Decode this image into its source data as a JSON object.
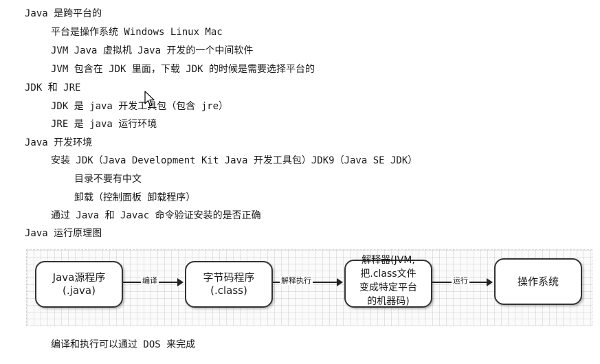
{
  "lines": [
    "Java 是跨平台的",
    "平台是操作系统 Windows Linux Mac",
    "JVM Java 虚拟机 Java 开发的一个中间软件",
    "JVM 包含在 JDK 里面，下载 JDK 的时候是需要选择平台的",
    "JDK 和 JRE",
    "JDK 是 java 开发工具包（包含 jre）",
    "JRE 是 java 运行环境",
    "Java 开发环境",
    "安装 JDK（Java Development Kit Java 开发工具包）JDK9（Java SE JDK）",
    "目录不要有中文",
    "卸载（控制面板 卸载程序）",
    "通过 Java 和 Javac 命令验证安装的是否正确",
    "Java 运行原理图",
    "编译和执行可以通过 DOS 来完成"
  ],
  "diagram": {
    "boxes": [
      "Java源程序\n(.java)",
      "字节码程序\n(.class)",
      "解释器(JVM,\n把.class文件\n变成特定平台\n的机器码)",
      "操作系统"
    ],
    "arrows": [
      "编译",
      "解释执行",
      "运行"
    ]
  }
}
